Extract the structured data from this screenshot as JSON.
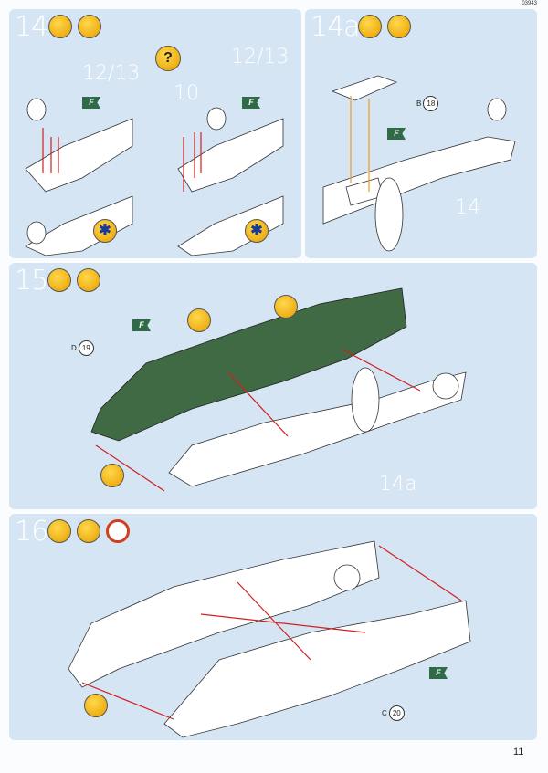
{
  "document_code": "03943",
  "page_number": "11",
  "steps": [
    {
      "number": "14",
      "icons": [
        "glue-icon",
        "paint-brush-icon"
      ],
      "labels": {
        "part_a": "12/13",
        "part_b": "10",
        "part_c": "12/13"
      },
      "choice_icon": "?",
      "color_flag": "F"
    },
    {
      "number": "14a",
      "icons": [
        "no-glue-icon",
        "paint-brush-icon"
      ],
      "part_letter": "B",
      "part_number": "18",
      "color_flag": "F",
      "ref_label": "14"
    },
    {
      "number": "15",
      "icons": [
        "glue-icon",
        "paint-brush-icon"
      ],
      "part_letter": "D",
      "part_number": "19",
      "color_flag": "F",
      "ref_label": "14a"
    },
    {
      "number": "16",
      "icons": [
        "glue-icon",
        "paint-brush-icon",
        "clock-icon"
      ],
      "part_letter": "C",
      "part_number": "20",
      "color_flag": "F"
    }
  ],
  "colors": {
    "panel": "#d5e5f4",
    "interior_green": "#3f6a44",
    "arrow_red": "#d02020",
    "arrow_orange": "#f0a030",
    "icon_yellow": "#f2b600"
  }
}
